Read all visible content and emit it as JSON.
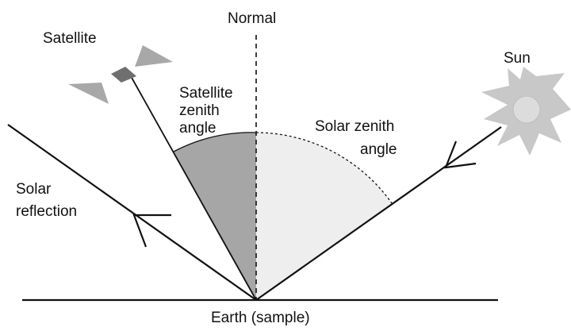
{
  "labels": {
    "normal": "Normal",
    "satellite": "Satellite",
    "sun": "Sun",
    "satellite_zenith_angle": [
      "Satellite",
      "zenith",
      "angle"
    ],
    "solar_zenith_angle": [
      "Solar zenith",
      "angle"
    ],
    "solar_reflection": [
      "Solar",
      "reflection"
    ],
    "earth": "Earth (sample)"
  },
  "colors": {
    "line": "#111111",
    "satellite_angle_fill": "#a6a6a6",
    "solar_angle_fill": "#eeeeee",
    "sun_body": "#c8c8c8",
    "sun_core": "#dcdcdc",
    "satellite_panel": "#a8a8a8",
    "satellite_body": "#6f6f6f"
  }
}
